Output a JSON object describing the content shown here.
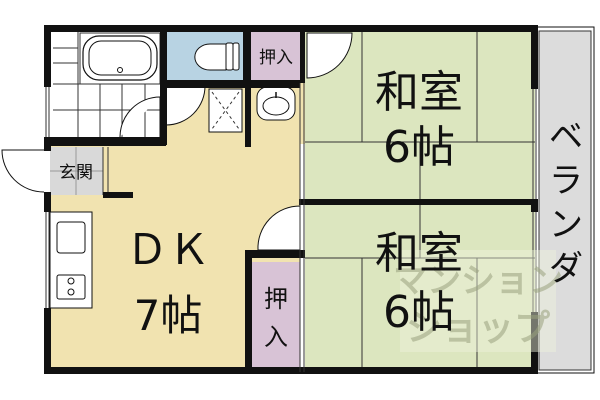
{
  "floor_plan": {
    "type": "apartment-2DK",
    "colors": {
      "wall": "#111111",
      "dk_floor": "#f1e3b0",
      "tatami": "#dce6bf",
      "toilet": "#b8d3e3",
      "closet": "#d8c3d6",
      "genkan": "#d9d9d9",
      "veranda": "#dcdcdc",
      "wet_floor": "#ffffff"
    },
    "rooms": {
      "dk": {
        "name": "ＤＫ",
        "size": "7帖"
      },
      "washitsu_upper": {
        "name": "和室",
        "size": "6帖"
      },
      "washitsu_lower": {
        "name": "和室",
        "size": "6帖"
      },
      "closet_upper": {
        "name": "押入"
      },
      "closet_lower": {
        "name_top": "押",
        "name_bottom": "入"
      },
      "genkan": {
        "name": "玄関"
      },
      "veranda": {
        "chars": [
          "ベ",
          "ラ",
          "ン",
          "ダ"
        ]
      },
      "bathroom": {
        "name": ""
      },
      "toilet": {
        "name": ""
      }
    },
    "watermark": {
      "line1": "マンション",
      "line2": "ショップ"
    }
  }
}
